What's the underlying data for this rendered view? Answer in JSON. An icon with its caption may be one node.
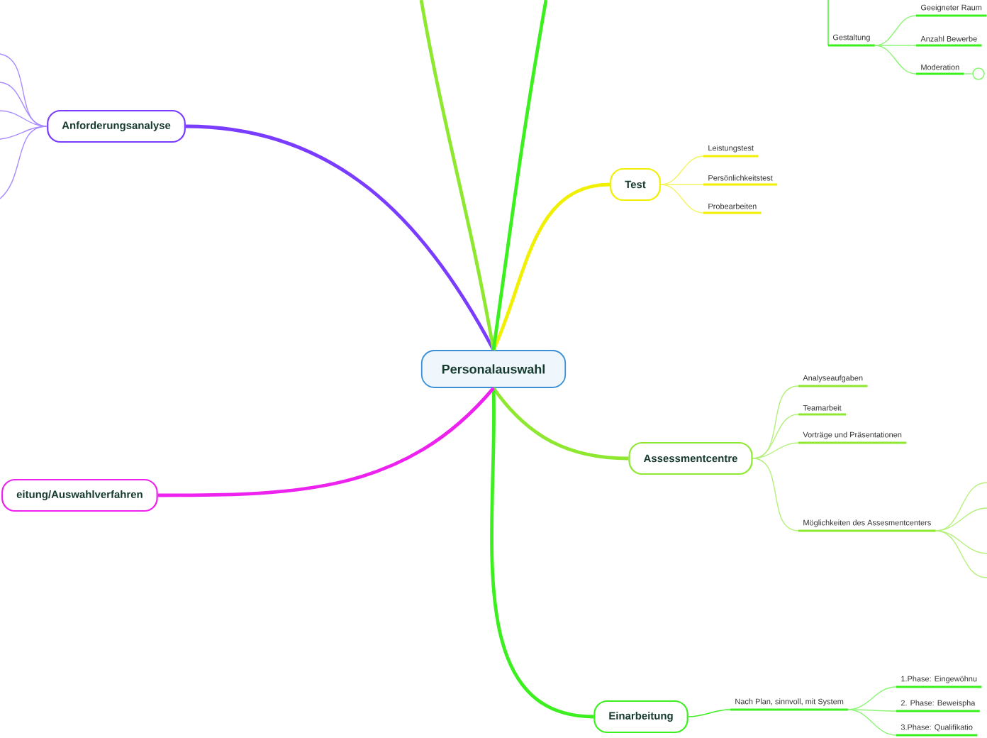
{
  "diagram": {
    "nodes": [
      {
        "text": [
          "Personalauswahl"
        ]
      },
      {
        "text": [
          "Anforderungsanalyse"
        ]
      },
      {
        "text": [
          "Test"
        ]
      },
      {
        "text": [
          "Leistungstest"
        ]
      },
      {
        "text": [
          "Persönlichkeitstest"
        ]
      },
      {
        "text": [
          "Probearbeiten"
        ]
      },
      {
        "text": [
          "Assessmentcentre"
        ]
      },
      {
        "text": [
          "Analyseaufgaben"
        ]
      },
      {
        "text": [
          "Teamarbeit"
        ]
      },
      {
        "text": [
          "Vorträge und Präsentationen"
        ]
      },
      {
        "text": [
          "Möglichkeiten des Assesmentcenters"
        ]
      },
      {
        "text": [
          "Einarbeitung"
        ]
      },
      {
        "text": [
          "Nach Plan, sinnvoll, mit System"
        ]
      },
      {
        "text": [
          "1.Phase: Eingewöhnu"
        ]
      },
      {
        "text": [
          "2. Phase: Beweispha"
        ]
      },
      {
        "text": [
          "3.Phase: Qualifikatio"
        ]
      },
      {
        "text": [
          "eitung/Auswahlverfahren"
        ]
      },
      {
        "text": [
          "Gestaltung"
        ]
      },
      {
        "text": [
          "Geeigneter Raum"
        ]
      },
      {
        "text": [
          "Anzahl Bewerbe"
        ]
      },
      {
        "text": [
          "Moderation"
        ]
      },
      {
        "text": [],
        "shape": "circle"
      }
    ],
    "edges": [
      {
        "from": 0,
        "to": 1,
        "arrow": "none",
        "style": "thick",
        "color": "#7a3cff"
      },
      {
        "from": 0,
        "to": 2,
        "arrow": "none",
        "style": "thick",
        "color": "#f0f000"
      },
      {
        "from": 0,
        "to": 6,
        "arrow": "none",
        "style": "thick",
        "color": "#8ee830"
      },
      {
        "from": 0,
        "to": 11,
        "arrow": "none",
        "style": "thick",
        "color": "#3cf020"
      },
      {
        "from": 0,
        "to": 16,
        "arrow": "none",
        "style": "thick",
        "color": "#ee22ee"
      },
      {
        "from": 0,
        "to": null,
        "arrow": "none",
        "style": "thick",
        "color": "#8ee830"
      },
      {
        "from": 0,
        "to": null,
        "arrow": "none",
        "style": "thick",
        "color": "#3cf020"
      },
      {
        "from": 1,
        "to": null,
        "arrow": "none",
        "color": "#a98cff"
      },
      {
        "from": 1,
        "to": null,
        "arrow": "none",
        "color": "#a98cff"
      },
      {
        "from": 1,
        "to": null,
        "arrow": "none",
        "color": "#a98cff"
      },
      {
        "from": 1,
        "to": null,
        "arrow": "none",
        "color": "#a98cff"
      },
      {
        "from": 1,
        "to": null,
        "arrow": "none",
        "color": "#a98cff"
      },
      {
        "from": 2,
        "to": 3,
        "arrow": "none",
        "color": "#f4f460"
      },
      {
        "from": 2,
        "to": 4,
        "arrow": "none",
        "color": "#f4f460"
      },
      {
        "from": 2,
        "to": 5,
        "arrow": "none",
        "color": "#f4f460"
      },
      {
        "from": 6,
        "to": 7,
        "arrow": "none",
        "color": "#b4f07a"
      },
      {
        "from": 6,
        "to": 8,
        "arrow": "none",
        "color": "#b4f07a"
      },
      {
        "from": 6,
        "to": 9,
        "arrow": "none",
        "color": "#b4f07a"
      },
      {
        "from": 6,
        "to": 10,
        "arrow": "none",
        "color": "#b4f07a"
      },
      {
        "from": 10,
        "to": null,
        "arrow": "none",
        "color": "#b4f07a"
      },
      {
        "from": 10,
        "to": null,
        "arrow": "none",
        "color": "#b4f07a"
      },
      {
        "from": 10,
        "to": null,
        "arrow": "none",
        "color": "#b4f07a"
      },
      {
        "from": 10,
        "to": null,
        "arrow": "none",
        "color": "#b4f07a"
      },
      {
        "from": 11,
        "to": 12,
        "arrow": "none",
        "color": "#3cf020"
      },
      {
        "from": 12,
        "to": 13,
        "arrow": "none",
        "color": "#8cf578"
      },
      {
        "from": 12,
        "to": 14,
        "arrow": "none",
        "color": "#8cf578"
      },
      {
        "from": 12,
        "to": 15,
        "arrow": "none",
        "color": "#8cf578"
      },
      {
        "from": null,
        "to": 17,
        "arrow": "none",
        "color": "#3cf020"
      },
      {
        "from": 17,
        "to": 18,
        "arrow": "none",
        "color": "#8cf578"
      },
      {
        "from": 17,
        "to": 19,
        "arrow": "none",
        "color": "#8cf578"
      },
      {
        "from": 17,
        "to": 20,
        "arrow": "none",
        "color": "#8cf578"
      },
      {
        "from": 20,
        "to": 21,
        "arrow": "none",
        "color": "#8cf578"
      }
    ]
  }
}
